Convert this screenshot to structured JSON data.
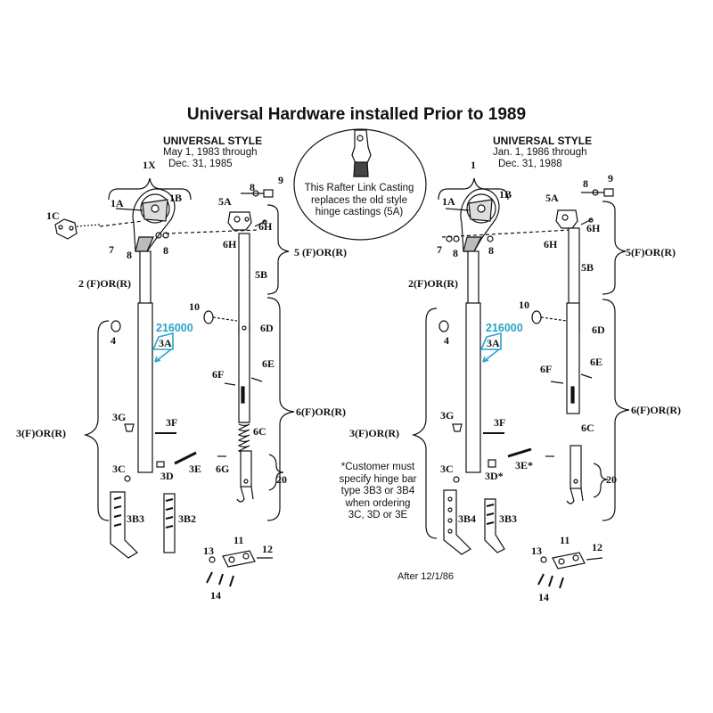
{
  "title": "Universal Hardware installed Prior to 1989",
  "left": {
    "style": "UNIVERSAL STYLE",
    "date1": "May 1, 1983  through",
    "date2": "Dec.  31, 1985",
    "assembly": "1X",
    "part_number": "216000",
    "labels": {
      "l1A": "1A",
      "l1B": "1B",
      "l1C": "1C",
      "l7": "7",
      "l8a": "8",
      "l8b": "8",
      "l8c": "8",
      "l9": "9",
      "l5A": "5A",
      "l6H": "6H",
      "l6H2": "6H",
      "l5": "5 (F)OR(R)",
      "l5B": "5B",
      "l2": "2 (F)OR(R)",
      "l10": "10",
      "l6D": "6D",
      "l4": "4",
      "l3A": "3A",
      "l6F": "6F",
      "l6E": "6E",
      "l6": "6(F)OR(R)",
      "l3G": "3G",
      "l3F": "3F",
      "l3": "3(F)OR(R)",
      "l6C": "6C",
      "l3C": "3C",
      "l3E": "3E",
      "l3D": "3D",
      "l6G": "6G",
      "l20": "20",
      "l3B3": "3B3",
      "l3B2": "3B2",
      "l11": "11",
      "l12": "12",
      "l13": "13",
      "l14": "14"
    }
  },
  "right": {
    "style": "UNIVERSAL STYLE",
    "date1": "Jan. 1, 1986  through",
    "date2": "Dec.  31, 1988",
    "assembly": "1",
    "part_number": "216000",
    "after_note": "After 12/1/86",
    "labels": {
      "l1A": "1A",
      "l1B": "1B",
      "l7": "7",
      "l8a": "8",
      "l8b": "8",
      "l8c": "8",
      "l9": "9",
      "l5A": "5A",
      "l6H": "6H",
      "l6H2": "6H",
      "l5": "5(F)OR(R)",
      "l5B": "5B",
      "l2": "2(F)OR(R)",
      "l10": "10",
      "l6D": "6D",
      "l4": "4",
      "l3A": "3A",
      "l6F": "6F",
      "l6E": "6E",
      "l6": "6(F)OR(R)",
      "l3G": "3G",
      "l3F": "3F",
      "l3": "3(F)OR(R)",
      "l6C": "6C",
      "l3C": "3C",
      "l3E": "3E*",
      "l3D": "3D*",
      "l20": "20",
      "l3B4": "3B4",
      "l3B3": "3B3",
      "l11": "11",
      "l12": "12",
      "l13": "13",
      "l14": "14"
    }
  },
  "center_note": {
    "line1": "This Rafter Link Casting",
    "line2": "replaces the old style",
    "line3": "hinge castings (5A)"
  },
  "customer_note": {
    "line1": "*Customer must",
    "line2": "specify hinge bar",
    "line3": "type 3B3 or 3B4",
    "line4": "when ordering",
    "line5": "3C, 3D or 3E"
  },
  "colors": {
    "accent": "#2aa3c9",
    "ink": "#111111"
  }
}
